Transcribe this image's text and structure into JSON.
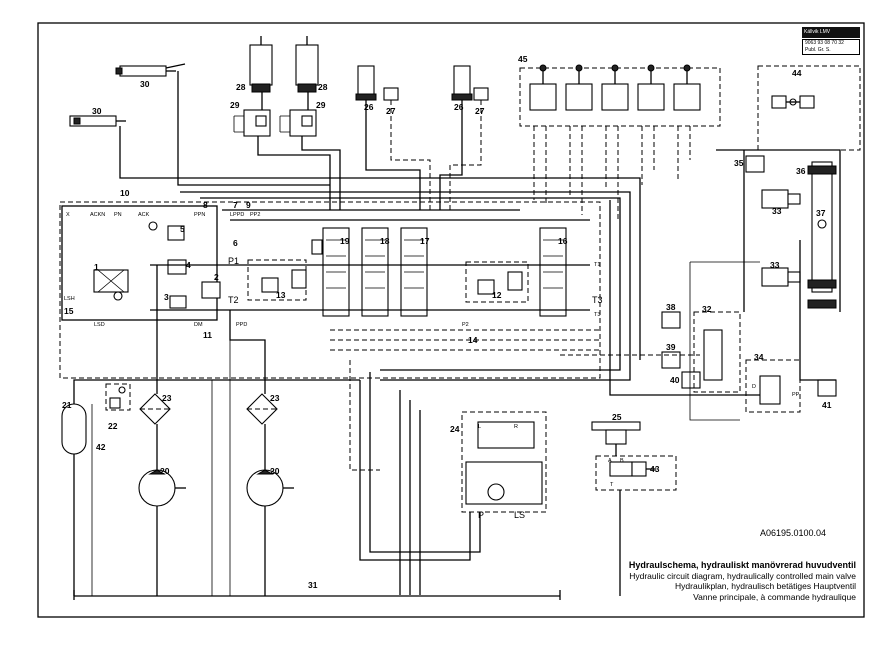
{
  "header": {
    "logo_text": "Källvik LMV",
    "doc_number": "9063 93 08",
    "doc_number_cols": [
      "70",
      "32"
    ],
    "doc_labels": [
      "Publ.",
      "Gr.",
      "S."
    ]
  },
  "components": {
    "c1": "1",
    "c2": "2",
    "c3": "3",
    "c4": "4",
    "c5": "5",
    "c6": "6",
    "c7": "7",
    "c8": "8",
    "c9": "9",
    "c10": "10",
    "c11": "11",
    "c12": "12",
    "c13": "13",
    "c14": "14",
    "c15": "15",
    "c16": "16",
    "c17": "17",
    "c18": "18",
    "c19": "19",
    "c20a": "20",
    "c20b": "20",
    "c21": "21",
    "c22": "22",
    "c23a": "23",
    "c23b": "23",
    "c24": "24",
    "c25": "25",
    "c26a": "26",
    "c26b": "26",
    "c27a": "27",
    "c27b": "27",
    "c28a": "28",
    "c28b": "28",
    "c29a": "29",
    "c29b": "29",
    "c30a": "30",
    "c30b": "30",
    "c31": "31",
    "c32": "32",
    "c33a": "33",
    "c33b": "33",
    "c34": "34",
    "c35": "35",
    "c36": "36",
    "c37": "37",
    "c38": "38",
    "c39": "39",
    "c40": "40",
    "c41": "41",
    "c42": "42",
    "c43": "43",
    "c44": "44",
    "c45": "45"
  },
  "port_labels": {
    "p1": "P1",
    "t2": "T2",
    "t3": "T3",
    "p2": "P2",
    "t1": "T1",
    "t3b": "T3",
    "lsd": "LSD",
    "lsh": "LSH",
    "ackn": "ACKN",
    "pn": "PN",
    "ack": "ACK",
    "ppn": "PPN",
    "lppd": "LPPD",
    "pp2": "PP2",
    "dm": "DM",
    "ppd": "PPD",
    "p": "P",
    "t": "T",
    "a": "A",
    "b": "B",
    "ls": "LS",
    "r": "R",
    "l": "L",
    "x": "X",
    "d": "D",
    "pp": "PP"
  },
  "reference_code": "A06195.0100.04",
  "title_block": {
    "line1": "Hydraulschema, hydrauliskt manövrerad huvudventil",
    "line2": "Hydraulic circuit diagram, hydraulically controlled main valve",
    "line3": "Hydraulikplan, hydraulisch betätiges Hauptventil",
    "line4": "Vanne principale, à commande hydraulique"
  }
}
